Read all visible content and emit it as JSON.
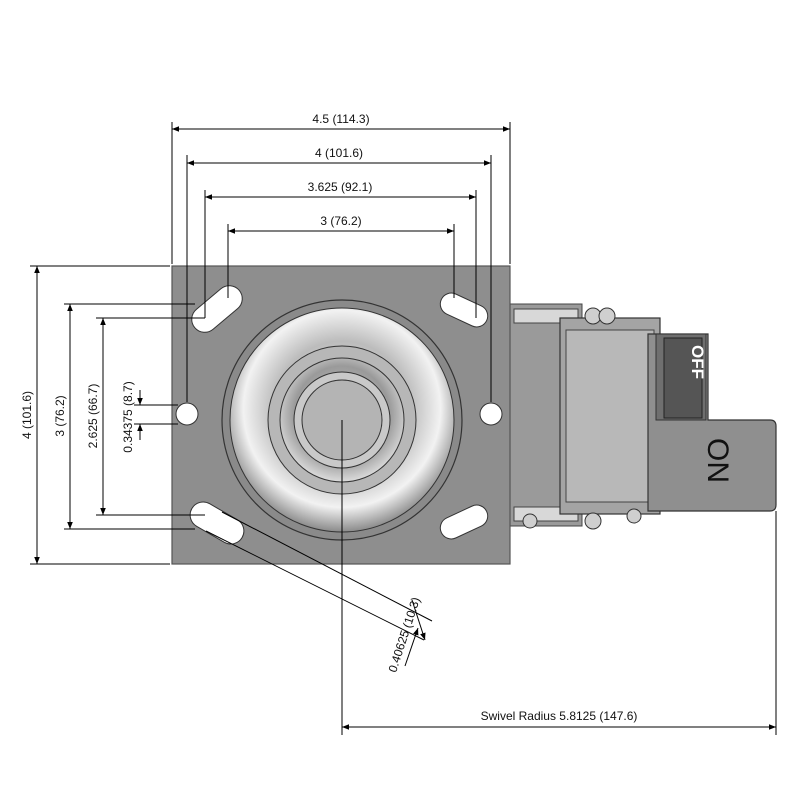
{
  "dimensions": {
    "overall_width": "4.5 (114.3)",
    "bolt_spacing_width_outer": "4 (101.6)",
    "bolt_spacing_width_mid": "3.625 (92.1)",
    "bolt_spacing_width_inner": "3 (76.2)",
    "overall_height": "4 (101.6)",
    "bolt_spacing_height_outer": "3 (76.2)",
    "bolt_spacing_height_inner": "2.625 (66.7)",
    "slot_width": "0.34375 (8.7)",
    "slot_diag": "0.40625 (10.3)",
    "swivel_radius": "Swivel Radius 5.8125 (147.6)"
  },
  "lock_labels": {
    "off": "OFF",
    "on": "ON"
  },
  "colors": {
    "plate": "#8e8e8e",
    "plate_edge": "#555555",
    "line": "#000000",
    "hole": "#ffffff"
  }
}
